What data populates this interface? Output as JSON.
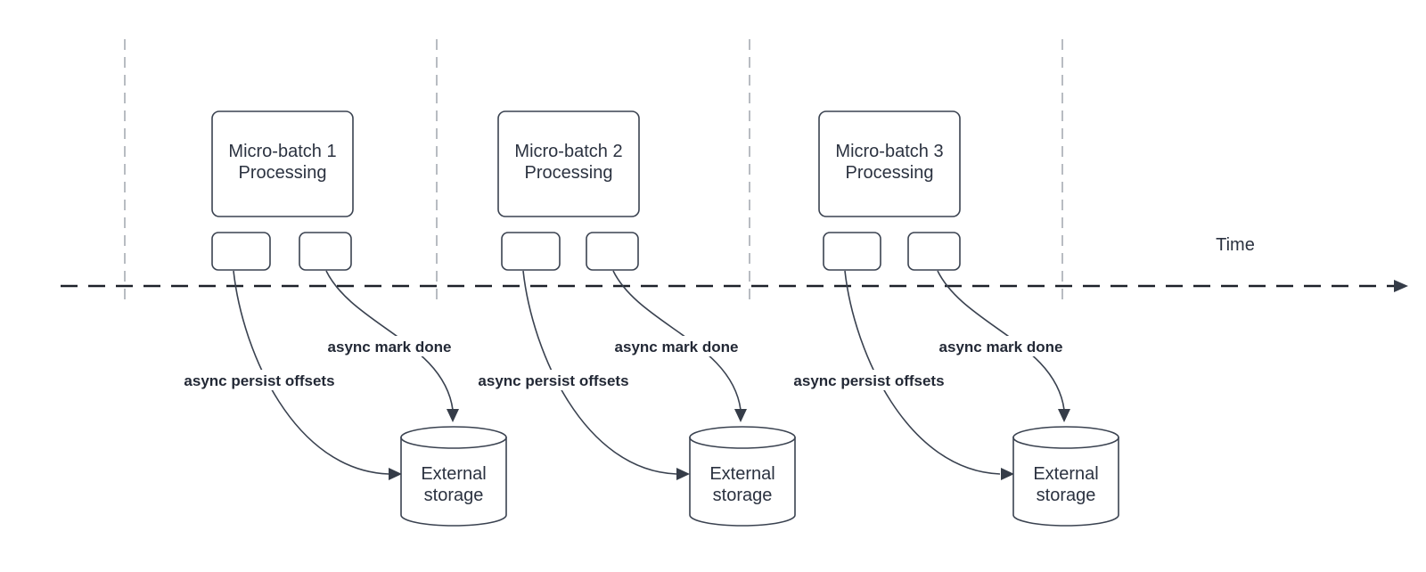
{
  "diagram": {
    "timeline_label": "Time",
    "colors": {
      "shape_stroke": "#3a4250",
      "text": "#2b3240",
      "guide_line": "#b1b5bb",
      "timeline": "#1d2129",
      "arrow": "#353c48"
    },
    "batches": [
      {
        "title_line1": "Micro-batch 1",
        "title_line2": "Processing",
        "persist_label": "async persist offsets",
        "done_label": "async mark done",
        "storage_line1": "External",
        "storage_line2": "storage"
      },
      {
        "title_line1": "Micro-batch 2",
        "title_line2": "Processing",
        "persist_label": "async persist offsets",
        "done_label": "async mark done",
        "storage_line1": "External",
        "storage_line2": "storage"
      },
      {
        "title_line1": "Micro-batch 3",
        "title_line2": "Processing",
        "persist_label": "async persist offsets",
        "done_label": "async mark done",
        "storage_line1": "External",
        "storage_line2": "storage"
      }
    ]
  }
}
